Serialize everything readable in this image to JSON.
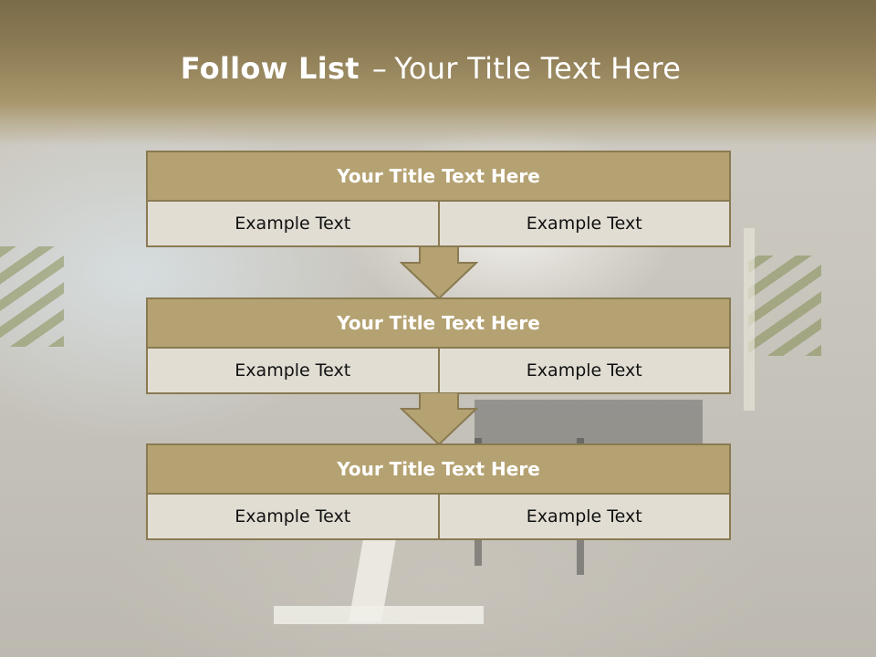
{
  "slide": {
    "title_bold": "Follow List",
    "title_dash": "–",
    "title_rest": "Your Title Text Here"
  },
  "flow": {
    "blocks": [
      {
        "title": "Your Title Text Here",
        "left": "Example Text",
        "right": "Example Text"
      },
      {
        "title": "Your Title Text Here",
        "left": "Example Text",
        "right": "Example Text"
      },
      {
        "title": "Your Title Text Here",
        "left": "Example Text",
        "right": "Example Text"
      }
    ]
  },
  "colors": {
    "header": "#8e7d56",
    "block_title": "#b5a272",
    "block_border": "#8a7a52",
    "cell_bg": "#e1ddd3",
    "arrow": "#b5a272"
  },
  "icons": {
    "connector": "down-arrow-icon"
  }
}
